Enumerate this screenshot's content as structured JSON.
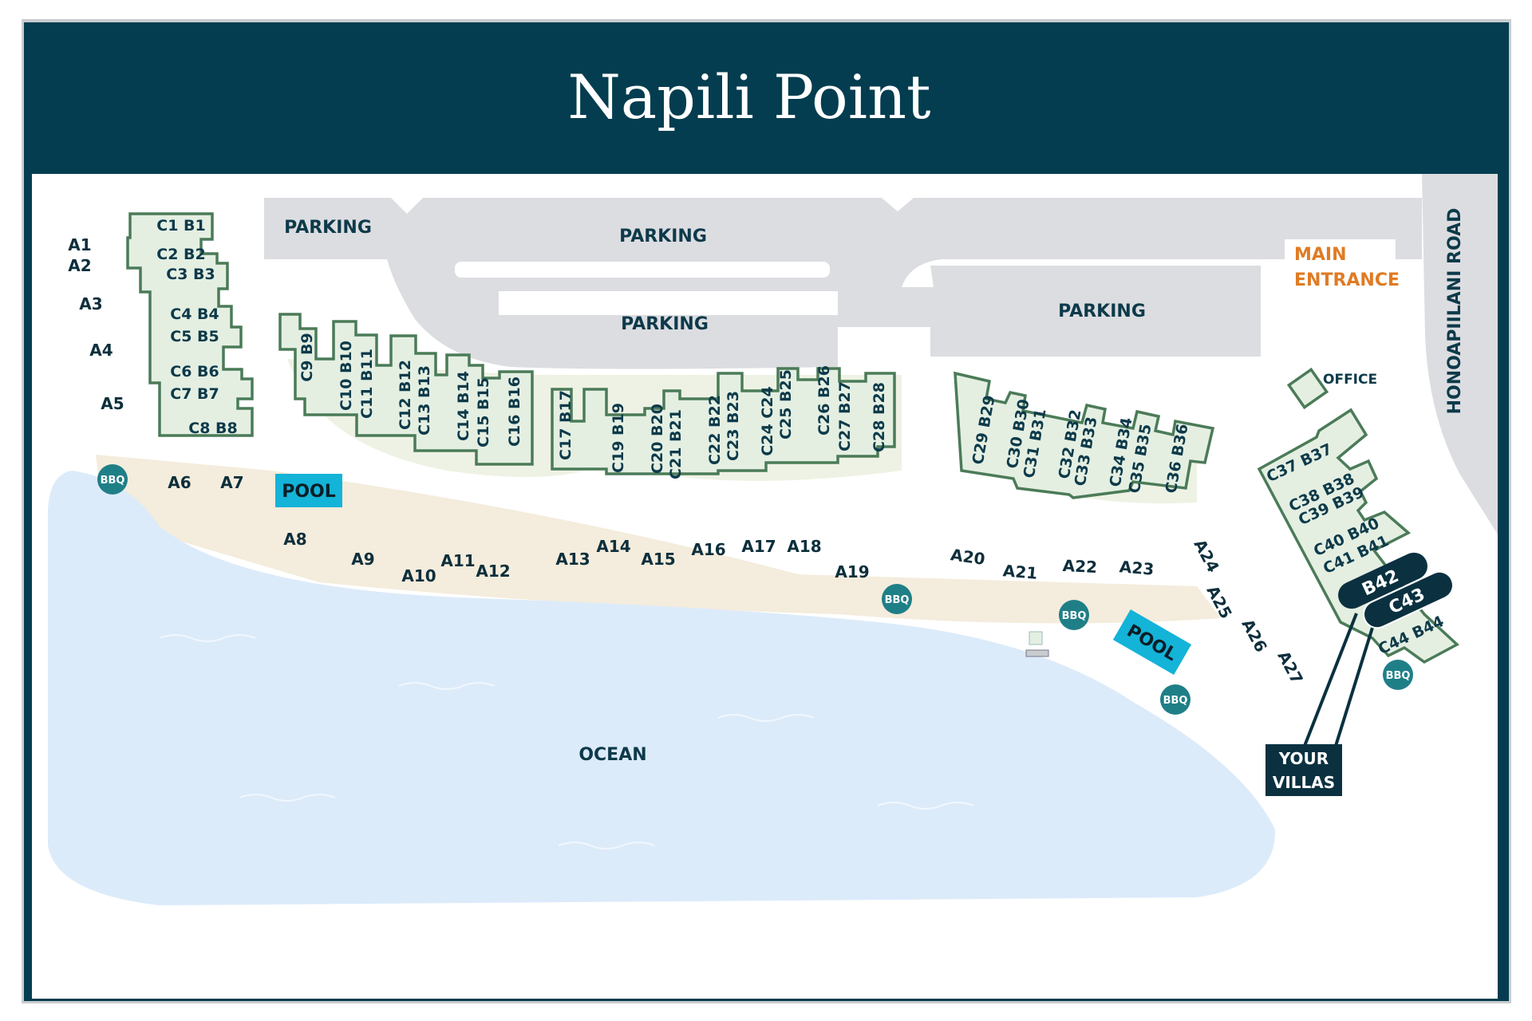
{
  "title": "Napili Point",
  "colors": {
    "header": "#033d4f",
    "building": "#e4efe2",
    "pool": "#14b3d8",
    "bbq": "#1f7f87",
    "ocean": "#dcebfa",
    "entrance": "#e07b24",
    "highlight": "#0b3140"
  },
  "areas": {
    "parking": [
      "PARKING",
      "PARKING",
      "PARKING",
      "PARKING"
    ],
    "main_entrance": [
      "MAIN",
      "ENTRANCE"
    ],
    "road": "HONOAPIILANI ROAD",
    "office": "OFFICE",
    "ocean": "OCEAN",
    "pool": [
      "POOL",
      "POOL"
    ],
    "bbq": "BBQ"
  },
  "a_units": [
    "A1",
    "A2",
    "A3",
    "A4",
    "A5",
    "A6",
    "A7",
    "A8",
    "A9",
    "A10",
    "A11",
    "A12",
    "A13",
    "A14",
    "A15",
    "A16",
    "A17",
    "A18",
    "A19",
    "A20",
    "A21",
    "A22",
    "A23",
    "A24",
    "A25",
    "A26",
    "A27"
  ],
  "cb_units": [
    "C1 B1",
    "C2 B2",
    "C3 B3",
    "C4 B4",
    "C5 B5",
    "C6 B6",
    "C7 B7",
    "C8 B8",
    "C9 B9",
    "C10 B10",
    "C11 B11",
    "C12 B12",
    "C13 B13",
    "C14 B14",
    "C15 B15",
    "C16 B16",
    "C17 B17",
    "C19 B19",
    "C20 B20",
    "C21 B21",
    "C22 B22",
    "C23 B23",
    "C24 C24",
    "C25 B25",
    "C26 B26",
    "C27 B27",
    "C28 B28",
    "C29 B29",
    "C30 B30",
    "C31 B31",
    "C32 B32",
    "C33 B33",
    "C34 B34",
    "C35 B35",
    "C36 B36",
    "C37 B37",
    "C38 B38",
    "C39 B39",
    "C40 B40",
    "C41 B41",
    "C44 B44"
  ],
  "highlighted_units": [
    "B42",
    "C43"
  ],
  "callout": [
    "YOUR",
    "VILLAS"
  ]
}
